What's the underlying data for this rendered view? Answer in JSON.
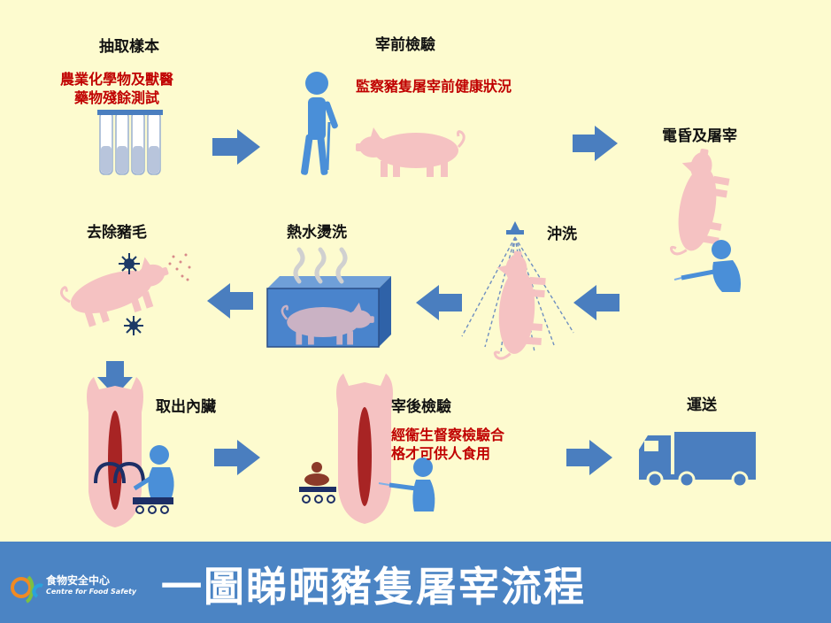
{
  "steps": {
    "sampling": {
      "title": "抽取樣本",
      "note": [
        "農業化學物及獸醫",
        "藥物殘餘測試"
      ]
    },
    "ante_mortem": {
      "title": "宰前檢驗",
      "note": [
        "監察豬隻屠宰前健康狀況"
      ]
    },
    "stunning": {
      "title": "電昏及屠宰"
    },
    "washing": {
      "title": "沖洗"
    },
    "scalding": {
      "title": "熱水燙洗"
    },
    "dehairing": {
      "title": "去除豬毛"
    },
    "evisceration": {
      "title": "取出內臟"
    },
    "post_mortem": {
      "title": "宰後檢驗",
      "note": [
        "經衞生督察檢驗合",
        "格才可供人食用"
      ]
    },
    "transport": {
      "title": "運送"
    }
  },
  "footer": {
    "title": "一圖睇晒豬隻屠宰流程",
    "logo_cn": "食物安全中心",
    "logo_en": "Centre for Food Safety",
    "logo_mark": "cfs"
  },
  "colors": {
    "background": "#fdfbcf",
    "footer": "#4b84c4",
    "arrow": "#4a7ebf",
    "figure": "#4a8fd8",
    "pig": "#f5c2c2",
    "note_text": "#c00000"
  }
}
